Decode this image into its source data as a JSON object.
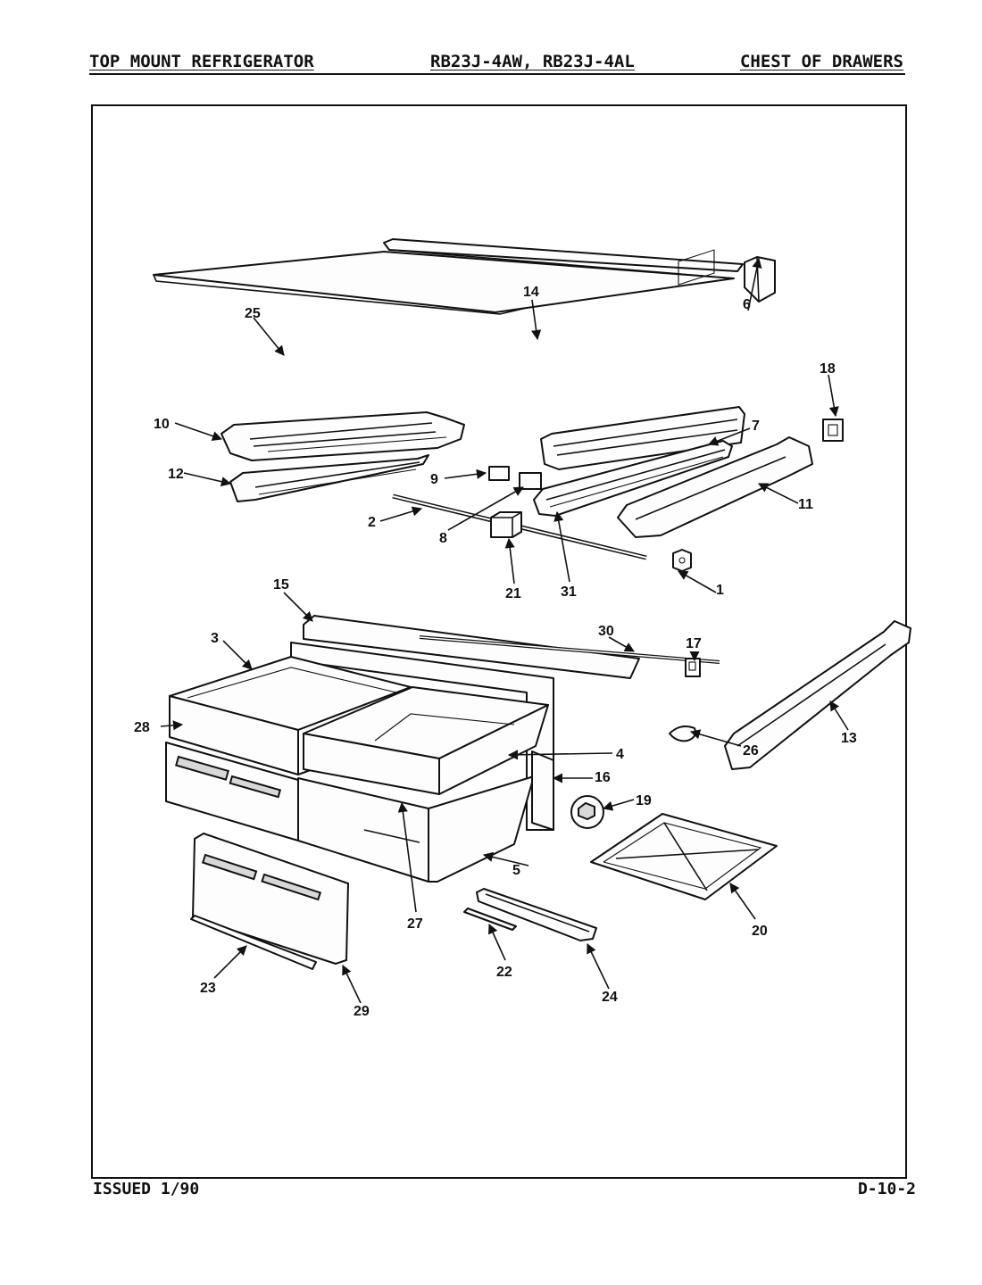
{
  "header": {
    "left": "TOP MOUNT REFRIGERATOR",
    "center": "RB23J-4AW, RB23J-4AL",
    "right": "CHEST OF DRAWERS"
  },
  "footer": {
    "left": "ISSUED 1/90",
    "right": "D-10-2"
  },
  "callouts": {
    "c1": "1",
    "c2": "2",
    "c3": "3",
    "c4": "4",
    "c5": "5",
    "c6": "6",
    "c7": "7",
    "c8": "8",
    "c9": "9",
    "c10": "10",
    "c11": "11",
    "c12": "12",
    "c13": "13",
    "c14": "14",
    "c15": "15",
    "c16": "16",
    "c17": "17",
    "c18": "18",
    "c19": "19",
    "c20": "20",
    "c21": "21",
    "c22": "22",
    "c23": "23",
    "c24": "24",
    "c25": "25",
    "c26": "26",
    "c27": "27",
    "c28": "28",
    "c29": "29",
    "c30": "30",
    "c31": "31"
  }
}
